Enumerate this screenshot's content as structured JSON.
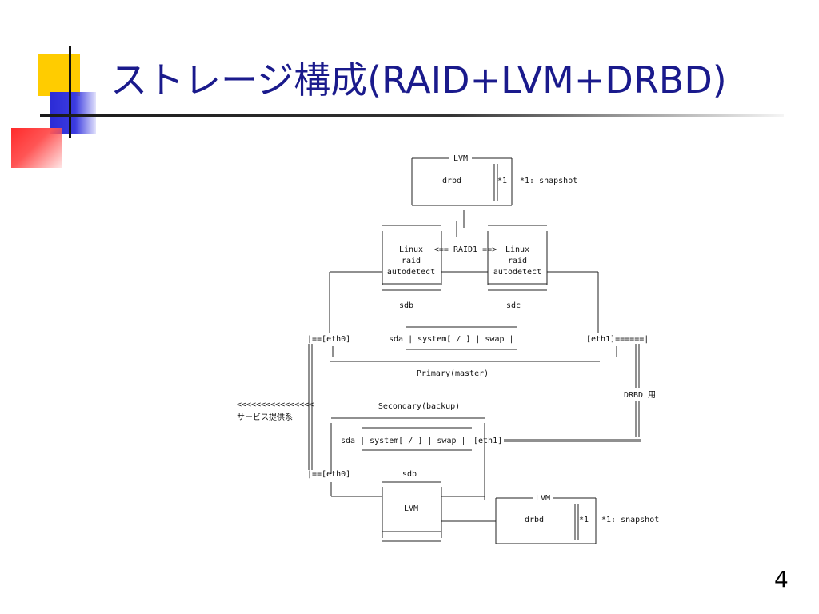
{
  "slide": {
    "title": "ストレージ構成(RAID+LVM+DRBD)",
    "page_number": "4"
  },
  "diagram": {
    "top_lvm": {
      "label": "LVM",
      "inner": "drbd",
      "mark": "*1",
      "note": "*1: snapshot"
    },
    "raid": {
      "arrow_label": "<== RAID1 ==>",
      "left": {
        "line1": "Linux",
        "line2": "raid",
        "line3": "autodetect"
      },
      "right": {
        "line1": "Linux",
        "line2": "raid",
        "line3": "autodetect"
      }
    },
    "disk_sdb": "sdb",
    "disk_sdc": "sdc",
    "primary": {
      "row": "sda | system[ / ]  |  swap  |",
      "eth0": "|==[eth0]",
      "eth1": "[eth1]======|",
      "label": "Primary(master)"
    },
    "drbd_label": "DRBD 用",
    "service": {
      "arrows": "<<<<<<<<<<<<<<<<",
      "label": "サービス提供系"
    },
    "secondary": {
      "label": "Secondary(backup)",
      "row": "sda | system[ / ]  |  swap  |",
      "eth1": "[eth1]",
      "eth0": "|==[eth0]",
      "disk_sdb": "sdb"
    },
    "bottom_lvm_box": "LVM",
    "bottom_lvm": {
      "label": "LVM",
      "inner": "drbd",
      "mark": "*1",
      "note": "*1: snapshot"
    }
  }
}
